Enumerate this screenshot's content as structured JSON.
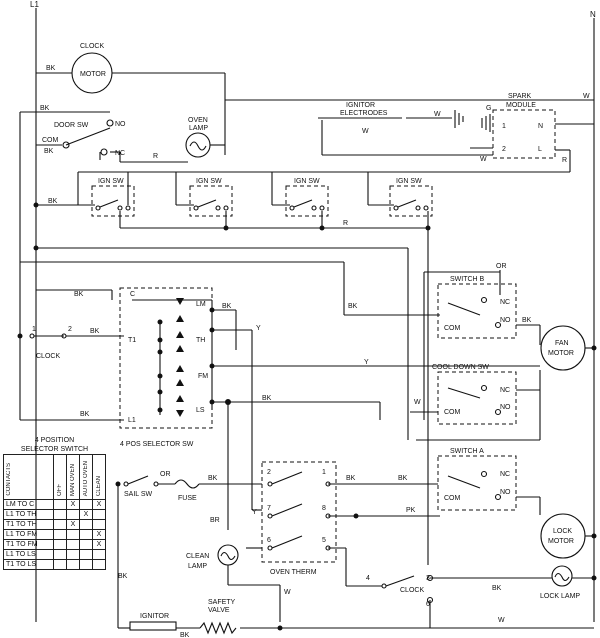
{
  "terminals": {
    "l1": "L1",
    "n": "N"
  },
  "wires": {
    "bk": "BK",
    "w": "W",
    "r": "R",
    "y": "Y",
    "pk": "PK",
    "or": "OR",
    "br": "BR"
  },
  "components": {
    "clock_motor": [
      "CLOCK",
      "MOTOR"
    ],
    "door_sw": "DOOR SW",
    "oven_lamp": [
      "OVEN",
      "LAMP"
    ],
    "ignitor_electrodes": [
      "IGNITOR",
      "ELECTRODES"
    ],
    "spark_module": [
      "SPARK",
      "MODULE"
    ],
    "ign_sw": "IGN SW",
    "selector_sw": "4 POS SELECTOR SW",
    "switch_b": "SWITCH B",
    "switch_a": "SWITCH A",
    "cool_down_sw": "COOL DOWN SW",
    "fan_motor": [
      "FAN",
      "MOTOR"
    ],
    "lock_motor": [
      "LOCK",
      "MOTOR"
    ],
    "lock_lamp": "LOCK LAMP",
    "clean_lamp": [
      "CLEAN",
      "LAMP"
    ],
    "oven_therm": "OVEN THERM",
    "sail_sw": "SAIL SW",
    "fuse": "FUSE",
    "ignitor": "IGNITOR",
    "safety_valve": [
      "SAFETY",
      "VALVE"
    ],
    "clock": "CLOCK"
  },
  "contacts": {
    "no": "NO",
    "nc": "NC",
    "com": "COM",
    "g": "G",
    "n": "N",
    "l": "L",
    "c": "C",
    "lm": "LM",
    "th": "TH",
    "fm": "FM",
    "ls": "LS",
    "t1": "T1",
    "l1": "L1"
  },
  "numbers": {
    "n1": "1",
    "n2": "2",
    "n3": "3",
    "n4": "4",
    "n5": "5",
    "n6": "6",
    "n7": "7",
    "n8": "8"
  },
  "legend": {
    "title": [
      "4 POSITION",
      "SELECTOR SWITCH"
    ],
    "contacts_header": "CONTACTS",
    "columns": [
      "OFF",
      "MAN OVEN",
      "AUTO OVEN",
      "CLEAN"
    ],
    "rows": [
      {
        "name": "LM TO C",
        "cells": [
          "",
          "X",
          "",
          "X"
        ]
      },
      {
        "name": "L1 TO TH",
        "cells": [
          "",
          "",
          "X",
          ""
        ]
      },
      {
        "name": "T1 TO TH",
        "cells": [
          "",
          "X",
          "",
          ""
        ]
      },
      {
        "name": "L1 TO FM",
        "cells": [
          "",
          "",
          "",
          "X"
        ]
      },
      {
        "name": "T1 TO FM",
        "cells": [
          "",
          "",
          "",
          "X"
        ]
      },
      {
        "name": "L1 TO LS",
        "cells": [
          "",
          "",
          "",
          ""
        ]
      },
      {
        "name": "T1 TO LS",
        "cells": [
          "",
          "",
          "",
          ""
        ]
      }
    ]
  }
}
